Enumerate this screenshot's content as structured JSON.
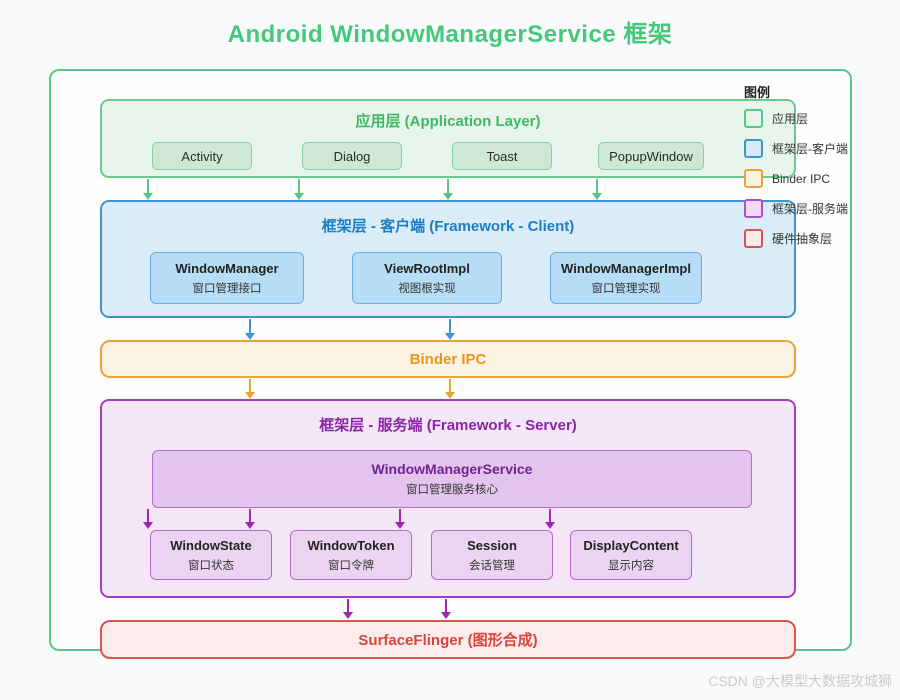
{
  "page": {
    "title": "Android WindowManagerService 框架",
    "watermark": "CSDN @大模型大数据攻城狮"
  },
  "colors": {
    "app_green_border": "#57c785",
    "app_green_fill": "#e8f5ec",
    "client_blue_border": "#3d95cc",
    "client_blue_fill": "#d9ecf8",
    "binder_orange_border": "#e8a33d",
    "binder_orange_fill": "#fcf3e2",
    "server_purple_border": "#a43ec1",
    "server_purple_fill": "#f4e7f8",
    "hal_red_border": "#d9534f",
    "hal_red_fill": "#fdecec",
    "title_green": "#44c97b",
    "arrow_purple": "#9c27b0"
  },
  "layers": {
    "app": {
      "title": "应用层 (Application Layer)",
      "items": [
        "Activity",
        "Dialog",
        "Toast",
        "PopupWindow"
      ]
    },
    "client": {
      "title": "框架层 - 客户端 (Framework - Client)",
      "items": [
        {
          "name": "WindowManager",
          "desc": "窗口管理接口"
        },
        {
          "name": "ViewRootImpl",
          "desc": "视图根实现"
        },
        {
          "name": "WindowManagerImpl",
          "desc": "窗口管理实现"
        }
      ]
    },
    "binder": {
      "title": "Binder IPC"
    },
    "server": {
      "title": "框架层 - 服务端 (Framework - Server)",
      "core": {
        "name": "WindowManagerService",
        "desc": "窗口管理服务核心"
      },
      "items": [
        {
          "name": "WindowState",
          "desc": "窗口状态"
        },
        {
          "name": "WindowToken",
          "desc": "窗口令牌"
        },
        {
          "name": "Session",
          "desc": "会话管理"
        },
        {
          "name": "DisplayContent",
          "desc": "显示内容"
        }
      ]
    },
    "surfaceflinger": {
      "title": "SurfaceFlinger (图形合成)"
    }
  },
  "legend": {
    "title": "图例",
    "items": [
      {
        "label": "应用层",
        "fill": "#e8f5ec",
        "border": "#57c785"
      },
      {
        "label": "框架层-客户端",
        "fill": "#d6eaf8",
        "border": "#3d95cc"
      },
      {
        "label": "Binder IPC",
        "fill": "#fcf3e2",
        "border": "#e8a33d"
      },
      {
        "label": "框架层-服务端",
        "fill": "#f2d9f7",
        "border": "#b14ec9"
      },
      {
        "label": "硬件抽象层",
        "fill": "#fdeaea",
        "border": "#d9534f"
      }
    ]
  }
}
